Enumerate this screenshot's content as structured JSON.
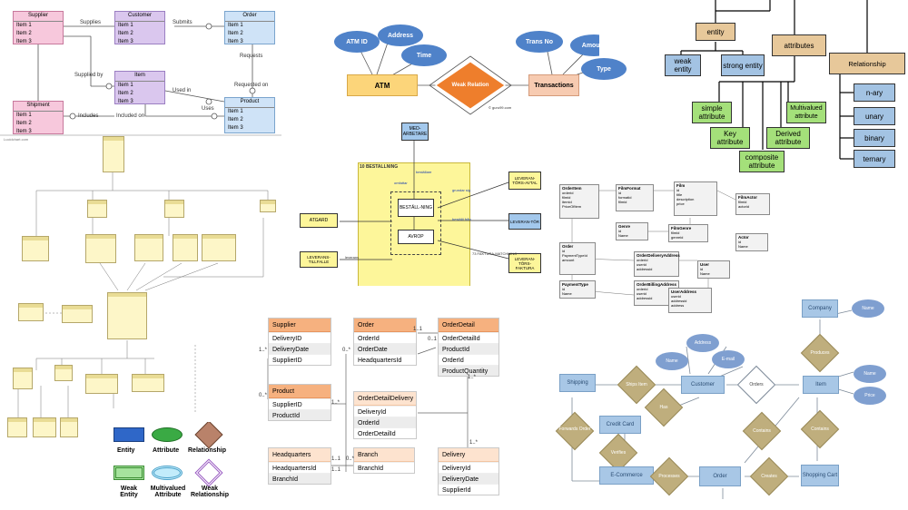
{
  "panel1": {
    "supplier": {
      "title": "Supplier",
      "items": [
        "Item 1",
        "Item 2",
        "Item 3"
      ]
    },
    "customer": {
      "title": "Customer",
      "items": [
        "Item 1",
        "Item 2",
        "Item 3"
      ]
    },
    "order": {
      "title": "Order",
      "items": [
        "Item 1",
        "Item 2",
        "Item 3"
      ]
    },
    "item": {
      "title": "Item",
      "items": [
        "Item 1",
        "Item 2",
        "Item 3"
      ]
    },
    "shipment": {
      "title": "Shipment",
      "items": [
        "Item 1",
        "Item 2",
        "Item 3"
      ]
    },
    "product": {
      "title": "Product",
      "items": [
        "Item 1",
        "Item 2",
        "Item 3"
      ]
    },
    "labels": {
      "supplies": "Supplies",
      "submits": "Submits",
      "supplied_by": "Supplied by",
      "requests": "Requests",
      "used_in": "Used in",
      "requested_on": "Requested on",
      "uses": "Uses",
      "includes": "Includes",
      "included_on": "Included on",
      "credit": "Lucidchart.com"
    }
  },
  "panel2": {
    "atm_id": "ATM ID",
    "address": "Address",
    "time": "Time",
    "atm": "ATM",
    "weak_relation": "Weak Relation",
    "trans_no": "Trans No",
    "amount": "Amount",
    "type": "Type",
    "transactions": "Transactions",
    "credit": "© guru99.com"
  },
  "panel3": {
    "entity": "entity",
    "attributes": "attributes",
    "weak_entity": "weak entity",
    "strong_entity": "strong entity",
    "relationship": "Relationship",
    "simple_attribute": "simple attribute",
    "multivalued_attribute": "Multivalued attribute",
    "key_attribute": "Key attribute",
    "derived_attribute": "Derived attribute",
    "composite_attribute": "composite attribute",
    "nary": "n-ary",
    "unary": "unary",
    "binary": "binary",
    "ternary": "ternary"
  },
  "panel5": {
    "med_arbetare": "MED-ARBETARE",
    "bestallning": "10 BESTALLNING",
    "atgard": "ATGARD",
    "leveranstillfalle": "LEVERANS-TILLFALLE",
    "bestallning_inner": "BESTÄLL-NING",
    "avrop": "AVROP",
    "leverantorsavtal": "LEVERAN-TÖRS-AVTAL",
    "leverantor": "LEVERAN-TÖR",
    "leverantorsfaktura": "LEVERAN-TÖRS-FAKTURA",
    "faktura_matchning": "73 FAKTURA-MATCHNING",
    "l_bestallare": "beställare",
    "l_omfattar": "omfattar",
    "l_grundar": "grundar sig",
    "l_bestallt": "beställt från",
    "l_leverans": "leverans"
  },
  "panel6": {
    "supplier": {
      "title": "Supplier",
      "rows": [
        "DeliveryID",
        "DeliveryDate",
        "SupplierID"
      ]
    },
    "order": {
      "title": "Order",
      "rows": [
        "OrderId",
        "OrderDate",
        "HeadquartersId"
      ]
    },
    "orderdetail": {
      "title": "OrderDetail",
      "rows": [
        "OrderDetailId",
        "ProductId",
        "OrderId",
        "ProductQuantity"
      ]
    },
    "product": {
      "title": "Product",
      "rows": [
        "SupplierID",
        "ProductId"
      ]
    },
    "orderdetaildelivery": {
      "title": "OrderDetailDelivery",
      "rows": [
        "DeliveryId",
        "OrderId",
        "OrderDetailId"
      ]
    },
    "headquarters": {
      "title": "Headquarters",
      "rows": [
        "HeadquartersId",
        "BranchId"
      ]
    },
    "branch": {
      "title": "Branch",
      "rows": [
        "BranchId"
      ]
    },
    "delivery": {
      "title": "Delivery",
      "rows": [
        "DeliveryId",
        "DeliveryDate",
        "SupplierId"
      ]
    },
    "mult": {
      "m1": "1..*",
      "m2": "0..*",
      "m3": "1..1",
      "m4": "0..1",
      "m5": "1..*",
      "m6": "0..*",
      "m7": "1..*",
      "m8": "0..*",
      "m9": "1..1",
      "m10": "1..1",
      "m11": "1..*"
    }
  },
  "legend": {
    "entity": "Entity",
    "attribute": "Attribute",
    "relationship": "Relationship",
    "weak_entity": "Weak Entity",
    "multivalued_attribute": "Multivalued Attribute",
    "weak_relationship": "Weak Relationship"
  },
  "panel7": {
    "tables": [
      {
        "title": "OrderItem",
        "rows": [
          "orderid",
          "filmid",
          "itemid",
          "PriceOfItem"
        ]
      },
      {
        "title": "FilmFormat",
        "rows": [
          "id",
          "formatid",
          "filmid"
        ]
      },
      {
        "title": "Film",
        "rows": [
          "id",
          "title",
          "description",
          "price"
        ]
      },
      {
        "title": "FilmActor",
        "rows": [
          "filmid",
          "actorid"
        ]
      },
      {
        "title": "Genre",
        "rows": [
          "id",
          "Name"
        ]
      },
      {
        "title": "FilmGenre",
        "rows": [
          "filmid",
          "genreid"
        ]
      },
      {
        "title": "Actor",
        "rows": [
          "id",
          "Name"
        ]
      },
      {
        "title": "Order",
        "rows": [
          "id",
          "PaymentTypeId",
          "amount"
        ]
      },
      {
        "title": "OrderDeliveryAddress",
        "rows": [
          "orderid",
          "userid",
          "addressid"
        ]
      },
      {
        "title": "User",
        "rows": [
          "id",
          "Name"
        ]
      },
      {
        "title": "PaymentType",
        "rows": [
          "id",
          "Name"
        ]
      },
      {
        "title": "OrderBillingAddress",
        "rows": [
          "orderid",
          "userid",
          "addressid"
        ]
      },
      {
        "title": "UserAddress",
        "rows": [
          "userid",
          "addressid",
          "address"
        ]
      }
    ]
  },
  "panel8": {
    "company": "Company",
    "name1": "Name",
    "address": "Address",
    "name2": "Name",
    "email": "E-mail",
    "shipping": "Shipping",
    "ships_item": "Ships Item",
    "customer": "Customer",
    "orders": "Orders",
    "item": "Item",
    "produces": "Produces",
    "name3": "Name",
    "price": "Price",
    "has": "Has",
    "credit_card": "Credit Card",
    "forwards_order": "Forwards Order",
    "verifies": "Verifies",
    "contains1": "Contains",
    "contains2": "Contains",
    "ecommerce": "E-Commerce",
    "processes": "Processes",
    "order": "Order",
    "creates": "Creates",
    "shopping_cart": "Shopping Cart"
  },
  "colors": {
    "supplier": "#f7c8dc",
    "customer": "#dac7ee",
    "order": "#cfe3f7",
    "atm": "#fcd57a",
    "weak_rel": "#ee7e2c",
    "oval": "#4f82c9",
    "trans": "#f7cbb1",
    "tan": "#e7c89a",
    "green": "#a4e07a",
    "blue": "#a3c3e3",
    "yellow": "#fdf69a",
    "header": "#f6b17f"
  }
}
